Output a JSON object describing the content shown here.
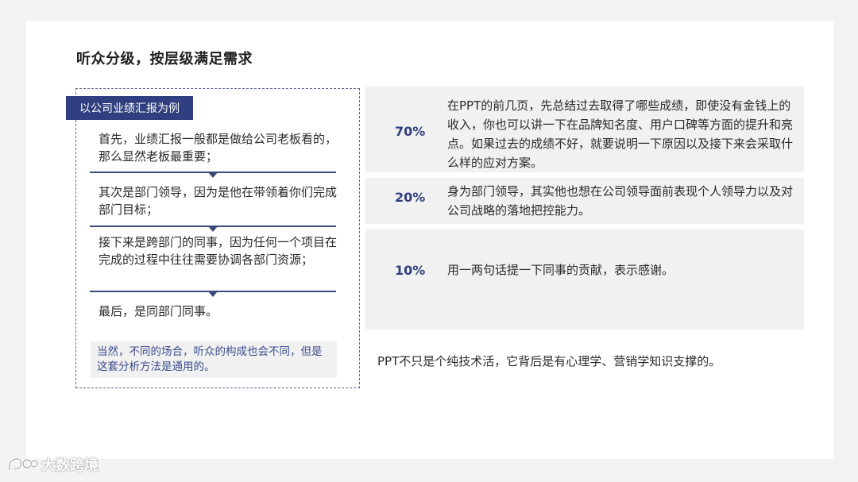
{
  "title": "听众分级，按层级满足需求",
  "left": {
    "badge": "以公司业绩汇报为例",
    "items": [
      "首先，业绩汇报一般都是做给公司老板看的，那么显然老板最重要；",
      "其次是部门领导，因为是他在带领着你们完成部门目标；",
      "接下来是跨部门的同事，因为任何一个项目在完成的过程中往往需要协调各部门资源；",
      "最后，是同部门同事。"
    ],
    "note": "当然，不同的场合，听众的构成也会不同，但是这套分析方法是通用的。"
  },
  "right": {
    "rows": [
      {
        "percent": "70%",
        "text": "在PPT的前几页，先总结过去取得了哪些成绩，即使没有金钱上的收入，你也可以讲一下在品牌知名度、用户口碑等方面的提升和亮点。如果过去的成绩不好，就要说明一下原因以及接下来会采取什么样的应对方案。"
      },
      {
        "percent": "20%",
        "text": "身为部门领导，其实他也想在公司领导面前表现个人领导力以及对公司战略的落地把控能力。"
      },
      {
        "percent": "10%",
        "text": "用一两句话提一下同事的贡献，表示感谢。"
      }
    ],
    "footer": "PPT不只是个纯技术活，它背后是有心理学、营销学知识支撑的。"
  },
  "watermark": "大数跨境",
  "colors": {
    "accent": "#2f3f7f",
    "row_bg": "#f1f1f1",
    "note_text": "#3b4a8a"
  }
}
